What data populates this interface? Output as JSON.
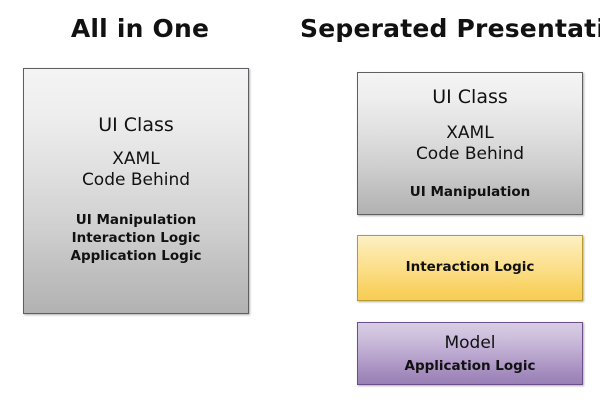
{
  "diagram": {
    "title_left": "All in One",
    "title_right": "Seperated Presentation",
    "colors": {
      "grey_box_top": "#f4f4f4",
      "grey_box_bottom": "#b2b2b2",
      "grey_box_border": "#5e5e63",
      "yellow_box_top": "#fdf0c4",
      "yellow_box_bottom": "#f7cd55",
      "yellow_box_border": "#b99a2e",
      "purple_box_top": "#d8cde4",
      "purple_box_bottom": "#9a80b6",
      "purple_box_border": "#6b4f8c",
      "text": "#111111",
      "background": "#ffffff"
    }
  },
  "left_column": {
    "title": "All in One",
    "box": {
      "name": "all-in-one-box",
      "fill": "grey",
      "lines": {
        "ui_class": "UI Class",
        "xaml": "XAML",
        "code_behind": "Code Behind",
        "ui_manipulation": "UI Manipulation",
        "interaction_logic": "Interaction Logic",
        "application_logic": "Application Logic"
      }
    }
  },
  "right_column": {
    "title": "Seperated Presentation",
    "boxes": [
      {
        "name": "ui-class-box",
        "fill": "grey",
        "lines": {
          "ui_class": "UI Class",
          "xaml": "XAML",
          "code_behind": "Code Behind",
          "ui_manipulation": "UI Manipulation"
        }
      },
      {
        "name": "interaction-logic-box",
        "fill": "yellow",
        "lines": {
          "interaction_logic": "Interaction Logic"
        }
      },
      {
        "name": "model-box",
        "fill": "purple",
        "lines": {
          "model": "Model",
          "application_logic": "Application Logic"
        }
      }
    ]
  }
}
